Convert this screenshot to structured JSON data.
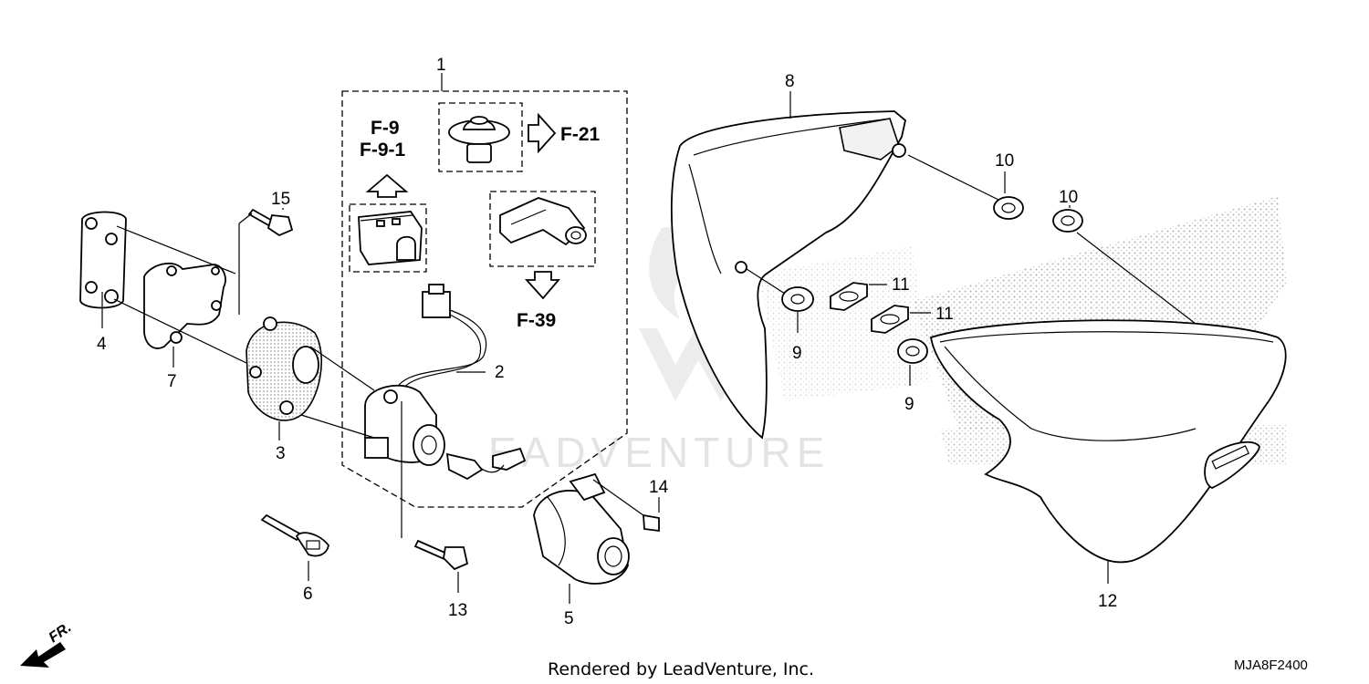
{
  "diagram": {
    "callouts": [
      "1",
      "2",
      "3",
      "4",
      "5",
      "6",
      "7",
      "8",
      "9",
      "9",
      "10",
      "10",
      "11",
      "11",
      "12",
      "13",
      "14",
      "15"
    ],
    "refs": {
      "f9": "F-9",
      "f91": "F-9-1",
      "f21": "F-21",
      "f39": "F-39"
    },
    "direction_label": "FR.",
    "watermark": "EADVENTURE",
    "footer": "Rendered by LeadVenture, Inc.",
    "diagram_code": "MJA8F2400"
  }
}
